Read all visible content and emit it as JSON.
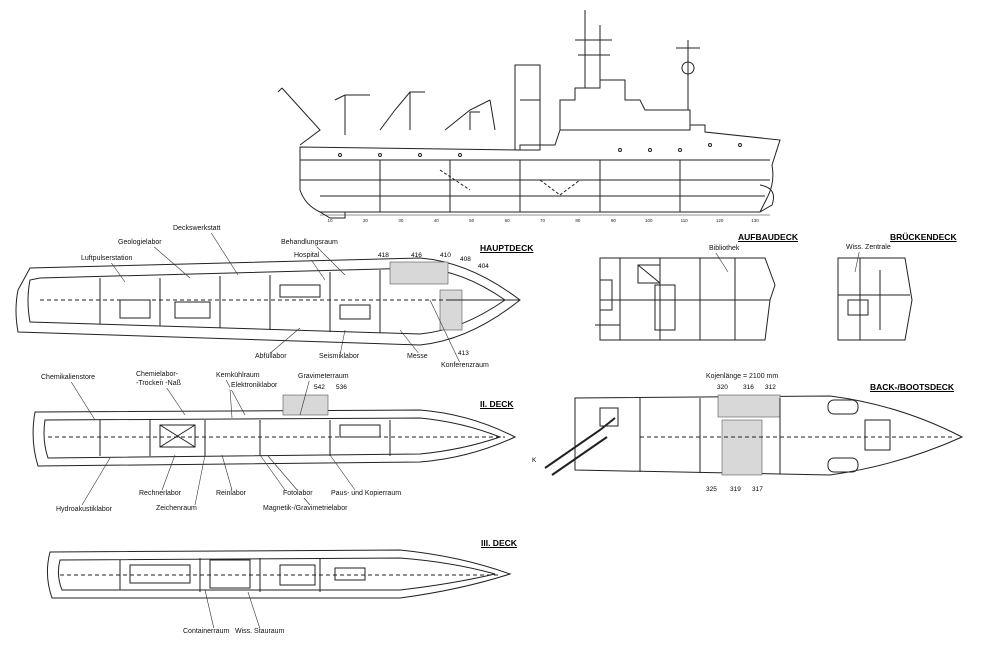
{
  "decks": {
    "hauptdeck": "HAUPTDECK",
    "ii_deck": "II. DECK",
    "iii_deck": "III. DECK",
    "aufbaudeck": "AUFBAUDECK",
    "brueckendeck": "BRÜCKENDECK",
    "back_bootsdeck": "BACK-/BOOTSDECK"
  },
  "hauptdeck_labels": {
    "deckswerkstatt": "Deckswerkstatt",
    "geologielabor": "Geologielabor",
    "luftpulserstation": "Luftpulserstation",
    "behandlungsraum": "Behandlungsraum",
    "hospital": "Hospital",
    "abfuellabor": "Abfüllabor",
    "seismiklabor": "Seismiklabor",
    "messe": "Messe",
    "konferenzraum": "Konferenzraum",
    "n418": "418",
    "n416": "416",
    "n410": "410",
    "n408": "408",
    "n404": "404",
    "n413": "413"
  },
  "ii_deck_labels": {
    "chemikalienstore": "Chemikalienstore",
    "chemielabor_line1": "Chemielabor-",
    "chemielabor_line2": "-Trocken  -Naß",
    "kernkuehlraum": "Kernkühlraum",
    "elektroniklabor": "Elektroniklabor",
    "gravimeterraum": "Gravimeterraum",
    "n542": "542",
    "n536": "536",
    "hydroakustiklabor": "Hydroakustiklabor",
    "rechnerlabor": "Rechnerlabor",
    "zeichenraum": "Zeichenraum",
    "reinlabor": "Reinlabor",
    "fotolabor": "Fotolabor",
    "magnetik": "Magnetik-/Gravimetrielabor",
    "paus_kopierraum": "Paus- und Kopierraum"
  },
  "iii_deck_labels": {
    "containerraum": "Containerraum",
    "wiss_stauraum": "Wiss. Stauraum"
  },
  "aufbaudeck_labels": {
    "bibliothek": "Bibliothek"
  },
  "brueckendeck_labels": {
    "wiss_zentrale": "Wiss. Zentrale"
  },
  "bootsdeck_labels": {
    "kojenlaenge": "Kojenlänge = 2100 mm",
    "n320": "320",
    "n316": "316",
    "n312": "312",
    "n325": "325",
    "n319": "319",
    "n317": "317",
    "mark_k": "K"
  },
  "side_view": {
    "frame_numbers": [
      "10",
      "20",
      "30",
      "40",
      "50",
      "60",
      "70",
      "80",
      "90",
      "100",
      "110",
      "120",
      "130"
    ]
  }
}
